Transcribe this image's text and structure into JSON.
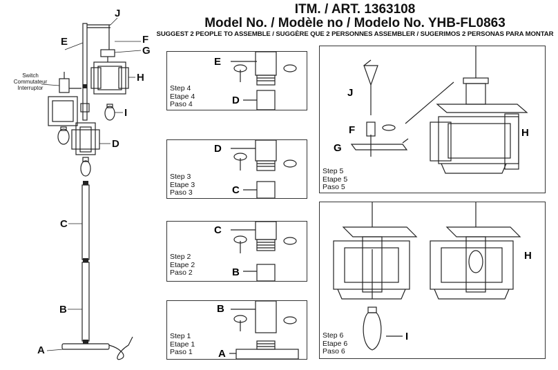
{
  "header": {
    "itm": "ITM. / ART.  1363108",
    "model": "Model No. / Modèle no / Modelo No. YHB-FL0863",
    "suggest": "SUGGEST 2 PEOPLE TO ASSEMBLE / SUGGÈRE QUE 2 PERSONNES ASSEMBLER / SUGERIMOS 2 PERSONAS PARA MONTAR"
  },
  "overview": {
    "switch_lines": [
      "Switch",
      "Commutateur",
      "Interruptor"
    ],
    "labels": {
      "a": "A",
      "b": "B",
      "c": "C",
      "d": "D",
      "e": "E",
      "f": "F",
      "g": "G",
      "h": "H",
      "i": "I",
      "j": "J"
    }
  },
  "steps": [
    {
      "lines": [
        "Step 1",
        "Etape 1",
        "Paso 1"
      ],
      "top": "B",
      "bottom": "A"
    },
    {
      "lines": [
        "Step 2",
        "Etape 2",
        "Paso 2"
      ],
      "top": "C",
      "bottom": "B"
    },
    {
      "lines": [
        "Step 3",
        "Etape 3",
        "Paso 3"
      ],
      "top": "D",
      "bottom": "C"
    },
    {
      "lines": [
        "Step 4",
        "Etape 4",
        "Paso 4"
      ],
      "top": "E",
      "bottom": "D"
    },
    {
      "lines": [
        "Step 5",
        "Etape 5",
        "Paso 5"
      ],
      "labels": [
        "J",
        "F",
        "G",
        "H"
      ]
    },
    {
      "lines": [
        "Step 6",
        "Etape 6",
        "Paso 6"
      ],
      "labels": [
        "I",
        "H"
      ]
    }
  ]
}
